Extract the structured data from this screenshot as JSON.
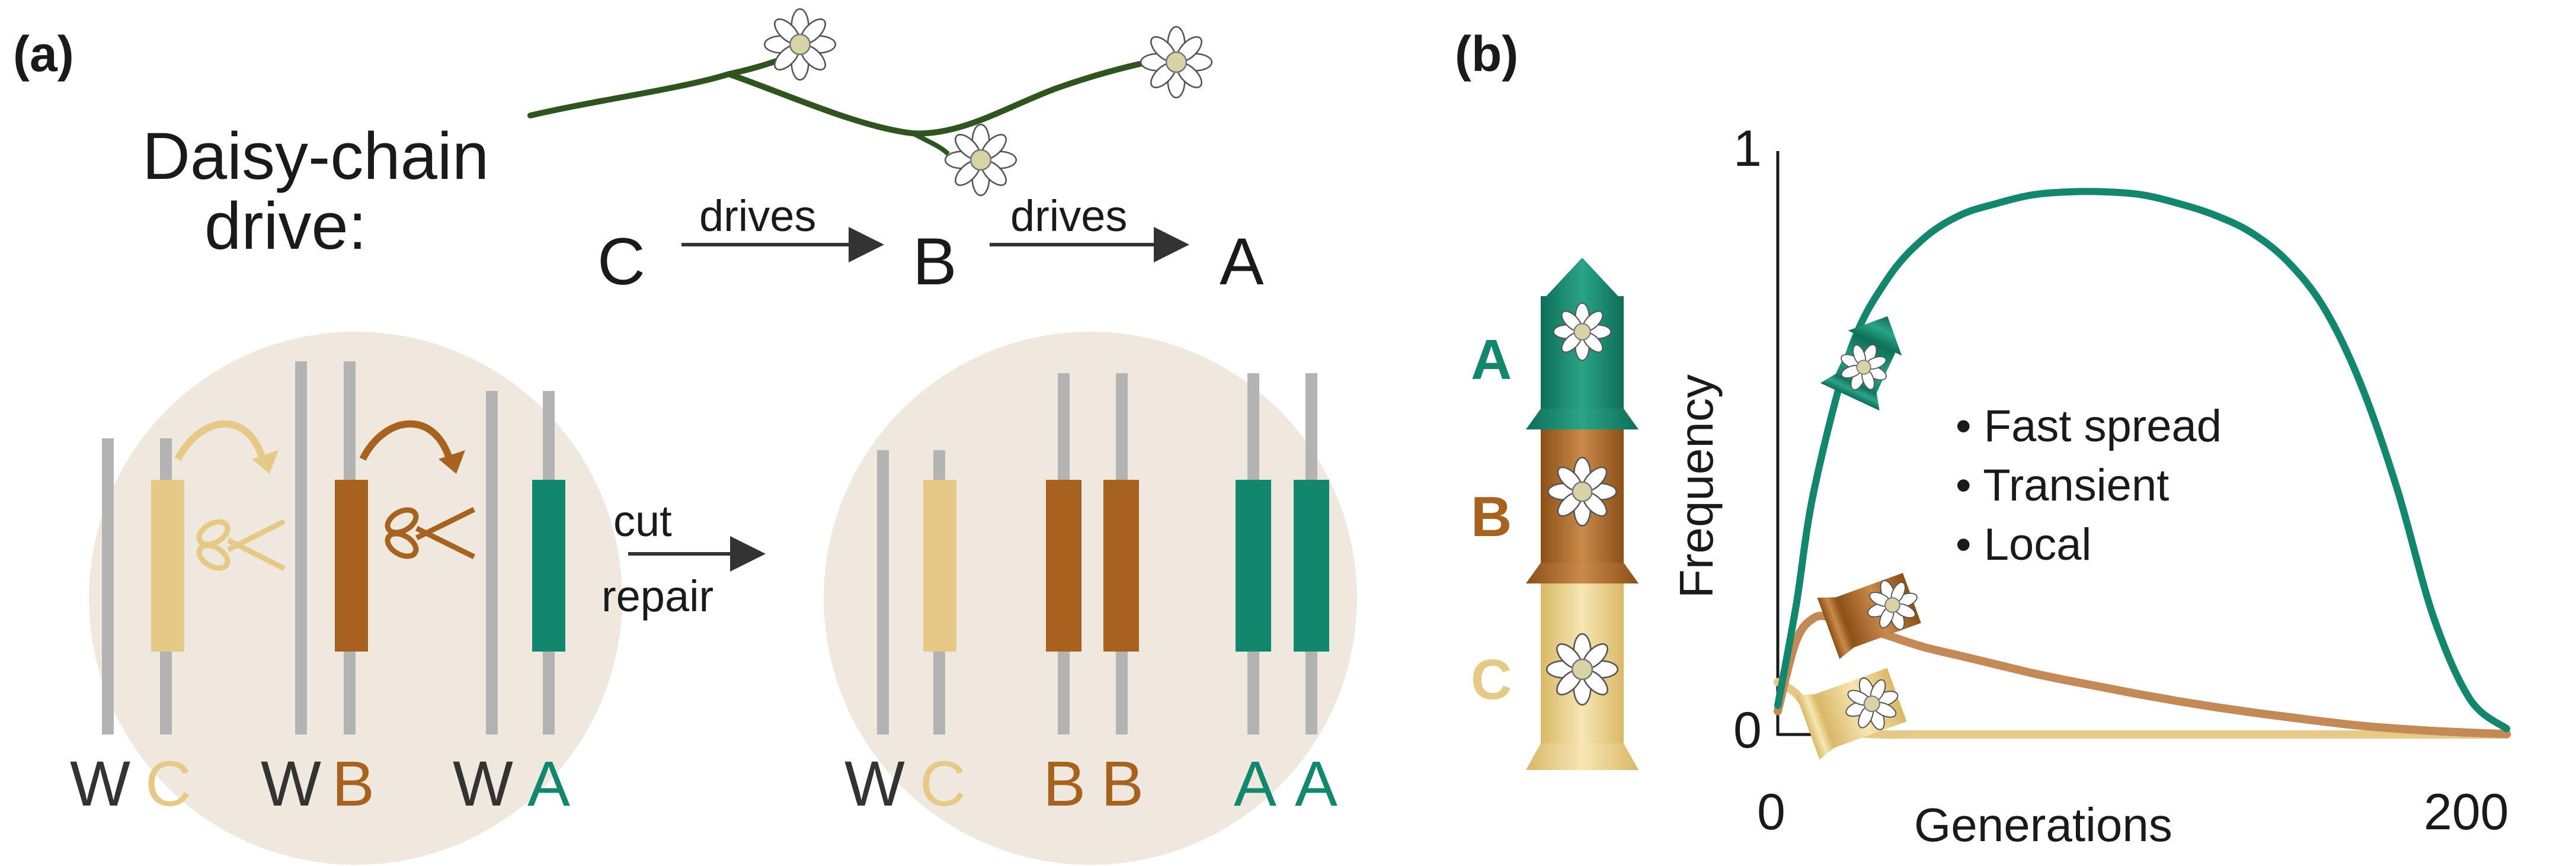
{
  "panel_a": {
    "label": "(a)",
    "title_line1": "Daisy-chain",
    "title_line2": "drive:",
    "chain": {
      "c": "C",
      "b": "B",
      "a": "A",
      "drives1": "drives",
      "drives2": "drives"
    },
    "cut": "cut",
    "repair": "repair",
    "before_labels": [
      "W",
      "C",
      "W",
      "B",
      "W",
      "A"
    ],
    "after_labels": [
      "W",
      "C",
      "B",
      "B",
      "A",
      "A"
    ]
  },
  "panel_b": {
    "label": "(b)",
    "arrow_labels": [
      "A",
      "B",
      "C"
    ],
    "ylabel": "Frequency",
    "xlabel": "Generations",
    "y_ticks": [
      "1",
      "0"
    ],
    "x_ticks": [
      "0",
      "200"
    ],
    "bullets": [
      "• Fast spread",
      "• Transient",
      "• Local"
    ]
  },
  "colors": {
    "A": "#13876e",
    "B": "#a8621f",
    "C": "#e6c987",
    "chromosome": "#b3b3b3",
    "cell": "#efe8de",
    "text": "#1a1a1a",
    "stem": "#2f5420"
  },
  "chart_data": {
    "type": "line",
    "xlabel": "Generations",
    "ylabel": "Frequency",
    "xlim": [
      0,
      200
    ],
    "ylim": [
      0,
      1
    ],
    "series": [
      {
        "name": "A",
        "x": [
          0,
          5,
          10,
          20,
          30,
          40,
          50,
          60,
          70,
          80,
          90,
          100,
          110,
          120,
          130,
          140,
          150,
          160,
          170,
          180,
          190,
          200
        ],
        "y": [
          0.05,
          0.22,
          0.42,
          0.66,
          0.78,
          0.85,
          0.89,
          0.91,
          0.925,
          0.93,
          0.93,
          0.925,
          0.91,
          0.89,
          0.86,
          0.81,
          0.73,
          0.6,
          0.42,
          0.2,
          0.06,
          0.01
        ]
      },
      {
        "name": "B",
        "x": [
          0,
          5,
          10,
          15,
          20,
          30,
          40,
          50,
          60,
          70,
          80,
          90,
          100,
          110,
          120,
          130,
          140,
          150,
          160,
          170,
          180,
          190,
          200
        ],
        "y": [
          0.04,
          0.16,
          0.2,
          0.2,
          0.19,
          0.17,
          0.15,
          0.135,
          0.12,
          0.105,
          0.092,
          0.08,
          0.068,
          0.057,
          0.047,
          0.038,
          0.03,
          0.022,
          0.015,
          0.01,
          0.006,
          0.003,
          0.001
        ]
      },
      {
        "name": "C",
        "x": [
          0,
          5,
          10,
          15,
          20,
          25,
          30,
          40,
          60,
          100,
          150,
          200
        ],
        "y": [
          0.09,
          0.07,
          0.03,
          0.01,
          0.003,
          0.001,
          0,
          0,
          0,
          0,
          0,
          0
        ]
      }
    ]
  }
}
